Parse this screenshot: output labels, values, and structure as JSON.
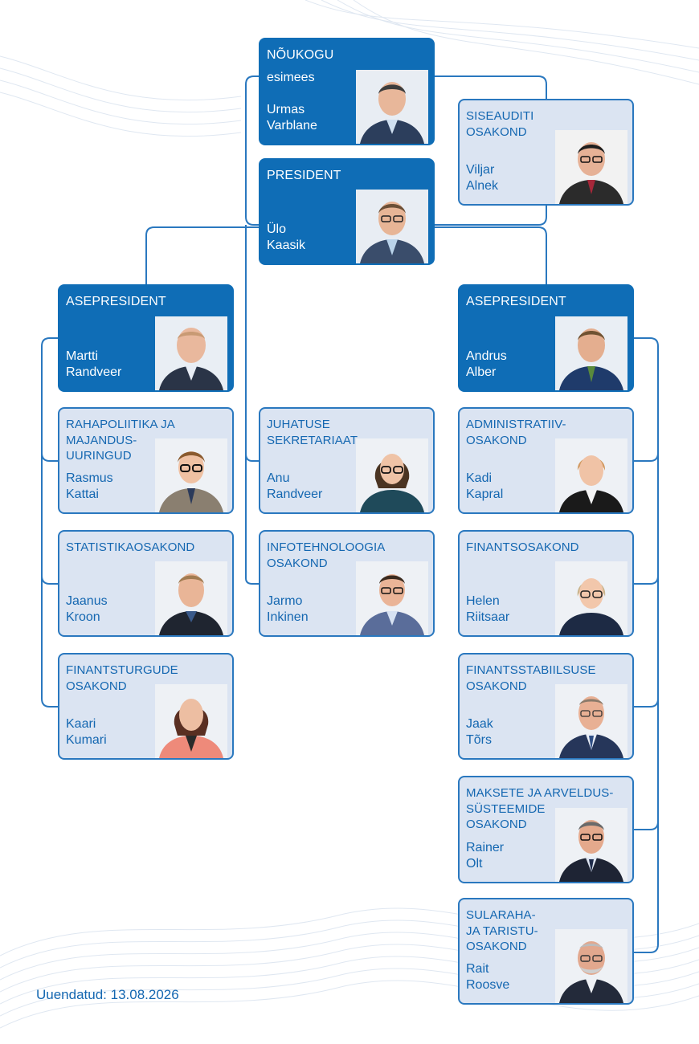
{
  "colors": {
    "dark_box": "#0f6db6",
    "light_box": "#dbe4f2",
    "border": "#2a78bf",
    "text_blue": "#1467b1"
  },
  "council": {
    "title": "NÕUKOGU",
    "role": "esimees",
    "name": "Urmas\nVarblane",
    "photo_icon": "person-photo-icon"
  },
  "president": {
    "title": "PRESIDENT",
    "name": "Ülo\nKaasik",
    "photo_icon": "person-photo-icon"
  },
  "internal_audit": {
    "title": "SISEAUDITI\nOSAKOND",
    "name": "Viljar\nAlnek"
  },
  "vp_left": {
    "title": "ASEPRESIDENT",
    "name": "Martti\nRandveer"
  },
  "vp_right": {
    "title": "ASEPRESIDENT",
    "name": "Andrus\nAlber"
  },
  "left_departments": [
    {
      "title": "RAHAPOLIITIKA JA\nMAJANDUS-\nUURINGUD",
      "name": "Rasmus\nKattai"
    },
    {
      "title": "STATISTIKAOSAKOND",
      "name": "Jaanus\nKroon"
    },
    {
      "title": "FINANTSTURGUDE\nOSAKOND",
      "name": "Kaari\nKumari"
    }
  ],
  "center_departments": [
    {
      "title": "JUHATUSE\nSEKRETARIAAT",
      "name": "Anu\nRandveer"
    },
    {
      "title": "INFOTEHNOLOOGIA\nOSAKOND",
      "name": "Jarmo\nInkinen"
    }
  ],
  "right_departments": [
    {
      "title": "ADMINISTRATIIV-\nOSAKOND",
      "name": "Kadi\nKapral"
    },
    {
      "title": "FINANTSOSAKOND",
      "name": "Helen\nRiitsaar"
    },
    {
      "title": "FINANTSSTABIILSUSE\nOSAKOND",
      "name": "Jaak\nTõrs"
    },
    {
      "title": "MAKSETE JA ARVELDUS-\nSÜSTEEMIDE\nOSAKOND",
      "name": "Rainer\nOlt"
    },
    {
      "title": "SULARAHA-\nJA TARISTU-\nOSAKOND",
      "name": "Rait\nRoosve"
    }
  ],
  "footer": {
    "updated": "Uuendatud: 13.08.2026"
  }
}
